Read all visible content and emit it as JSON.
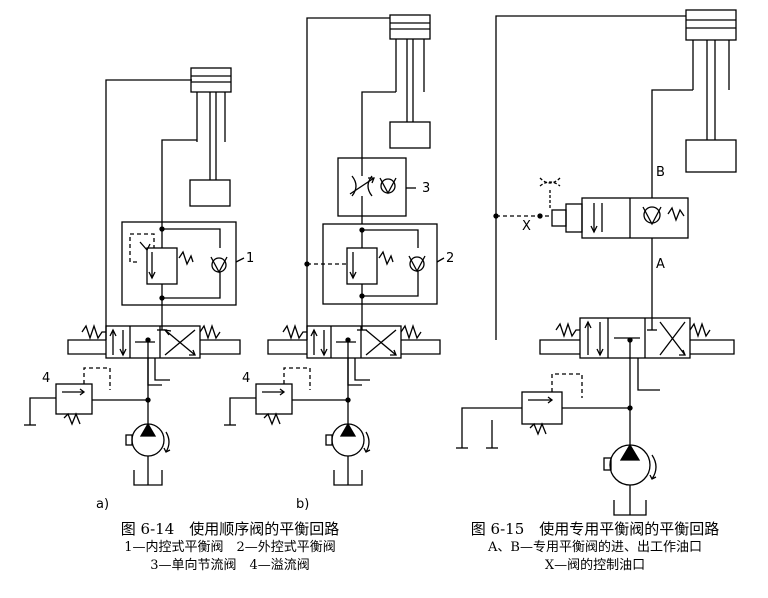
{
  "fig614": {
    "sublabel_a": "a)",
    "sublabel_b": "b)",
    "title": "图 6-14　使用顺序阀的平衡回路",
    "legend_line1": "1—内控式平衡阀　2—外控式平衡阀",
    "legend_line2": "3—单向节流阀　4—溢流阀",
    "callouts": {
      "c1": "1",
      "c2": "2",
      "c3": "3",
      "c4a": "4",
      "c4b": "4"
    }
  },
  "fig615": {
    "title": "图 6-15　使用专用平衡阀的平衡回路",
    "legend_line1": "A、B—专用平衡阀的进、出工作油口",
    "legend_line2": "X—阀的控制油口",
    "port_labels": {
      "B": "B",
      "A": "A",
      "X": "X"
    }
  }
}
